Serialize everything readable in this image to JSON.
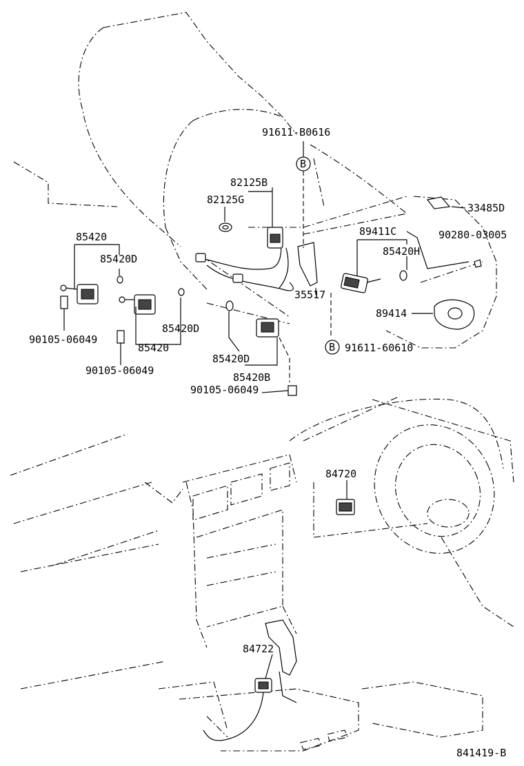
{
  "labels": {
    "p91611_b0616": "91611-B0616",
    "b_top": "B",
    "p82125b": "82125B",
    "p82125g": "82125G",
    "p33485d": "33485D",
    "p85420_top": "85420",
    "p85420d_top": "85420D",
    "p89411c": "89411C",
    "p90280_03005": "90280-03005",
    "p85420h": "85420H",
    "p35517": "35517",
    "p89414": "89414",
    "p90105_06049_a": "90105-06049",
    "p85420d_mid": "85420D",
    "p85420_mid": "85420",
    "b_bottom": "B",
    "p91611_60610": "91611-60610",
    "p90105_06049_b": "90105-06049",
    "p85420d_low": "85420D",
    "p85420b": "85420B",
    "p90105_06049_c": "90105-06049",
    "p84720": "84720",
    "p84722": "84722",
    "diagram_code": "841419-B"
  }
}
